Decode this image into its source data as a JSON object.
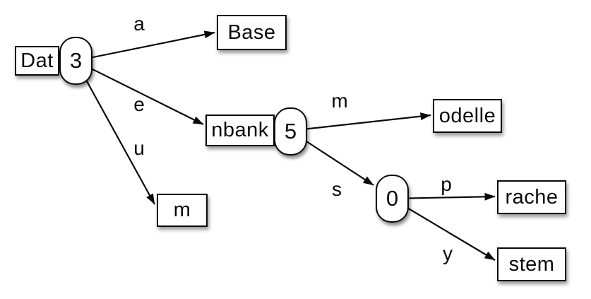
{
  "diagram": {
    "type": "trie",
    "colors": {
      "background": "#ffffff",
      "stroke": "#0a0a0a",
      "node_fill": "#ffffff"
    },
    "nodes": {
      "dat": {
        "label": "Dat",
        "count": "3"
      },
      "base": {
        "label": "Base"
      },
      "nbank": {
        "label": "nbank",
        "count": "5"
      },
      "m": {
        "label": "m"
      },
      "odelle": {
        "label": "odelle"
      },
      "inner": {
        "count": "0"
      },
      "rache": {
        "label": "rache"
      },
      "stem": {
        "label": "stem"
      }
    },
    "edges": {
      "a": "a",
      "e": "e",
      "u": "u",
      "m": "m",
      "s": "s",
      "p": "p",
      "y": "y"
    }
  }
}
